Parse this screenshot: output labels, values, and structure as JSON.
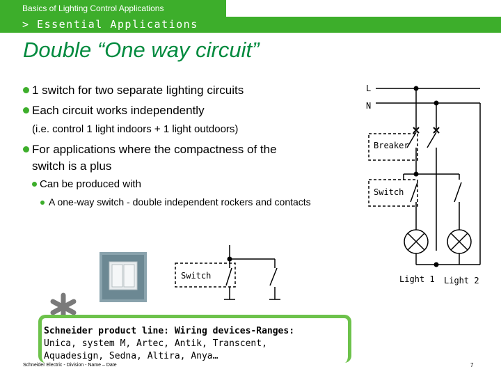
{
  "header": {
    "course_title": "Basics of Lighting Control Applications",
    "section_label": "> Essential Applications"
  },
  "slide": {
    "title": "Double “One way circuit”",
    "bullets": {
      "b1": "1 switch for two separate lighting circuits",
      "b2": "Each circuit works independently",
      "b2_note": "(i.e. control 1 light indoors + 1 light outdoors)",
      "b3_line1": "For applications where the compactness of the",
      "b3_line2": "switch is a plus",
      "b3_sub": "Can be produced with",
      "b3_subsub": "A one-way switch - double independent rockers and contacts"
    }
  },
  "diagram_main": {
    "label_L": "L",
    "label_N": "N",
    "label_breaker": "Breaker",
    "label_switch": "Switch",
    "label_light1": "Light 1",
    "label_light2": "Light 2"
  },
  "diagram_switch": {
    "label": "Switch"
  },
  "product_box": {
    "heading": "Schneider product line: Wiring devices-Ranges:",
    "line2": "Unica, system M, Artec, Antik, Transcent,",
    "line3": "Aquadesign, Sedna, Altira, Anya…"
  },
  "footer": {
    "text": "Schneider Electric - Division - Name – Date",
    "page_number": "7"
  },
  "colors": {
    "brand_green": "#3dae2b",
    "title_green": "#008a3e",
    "box_green": "#6dc24b"
  }
}
